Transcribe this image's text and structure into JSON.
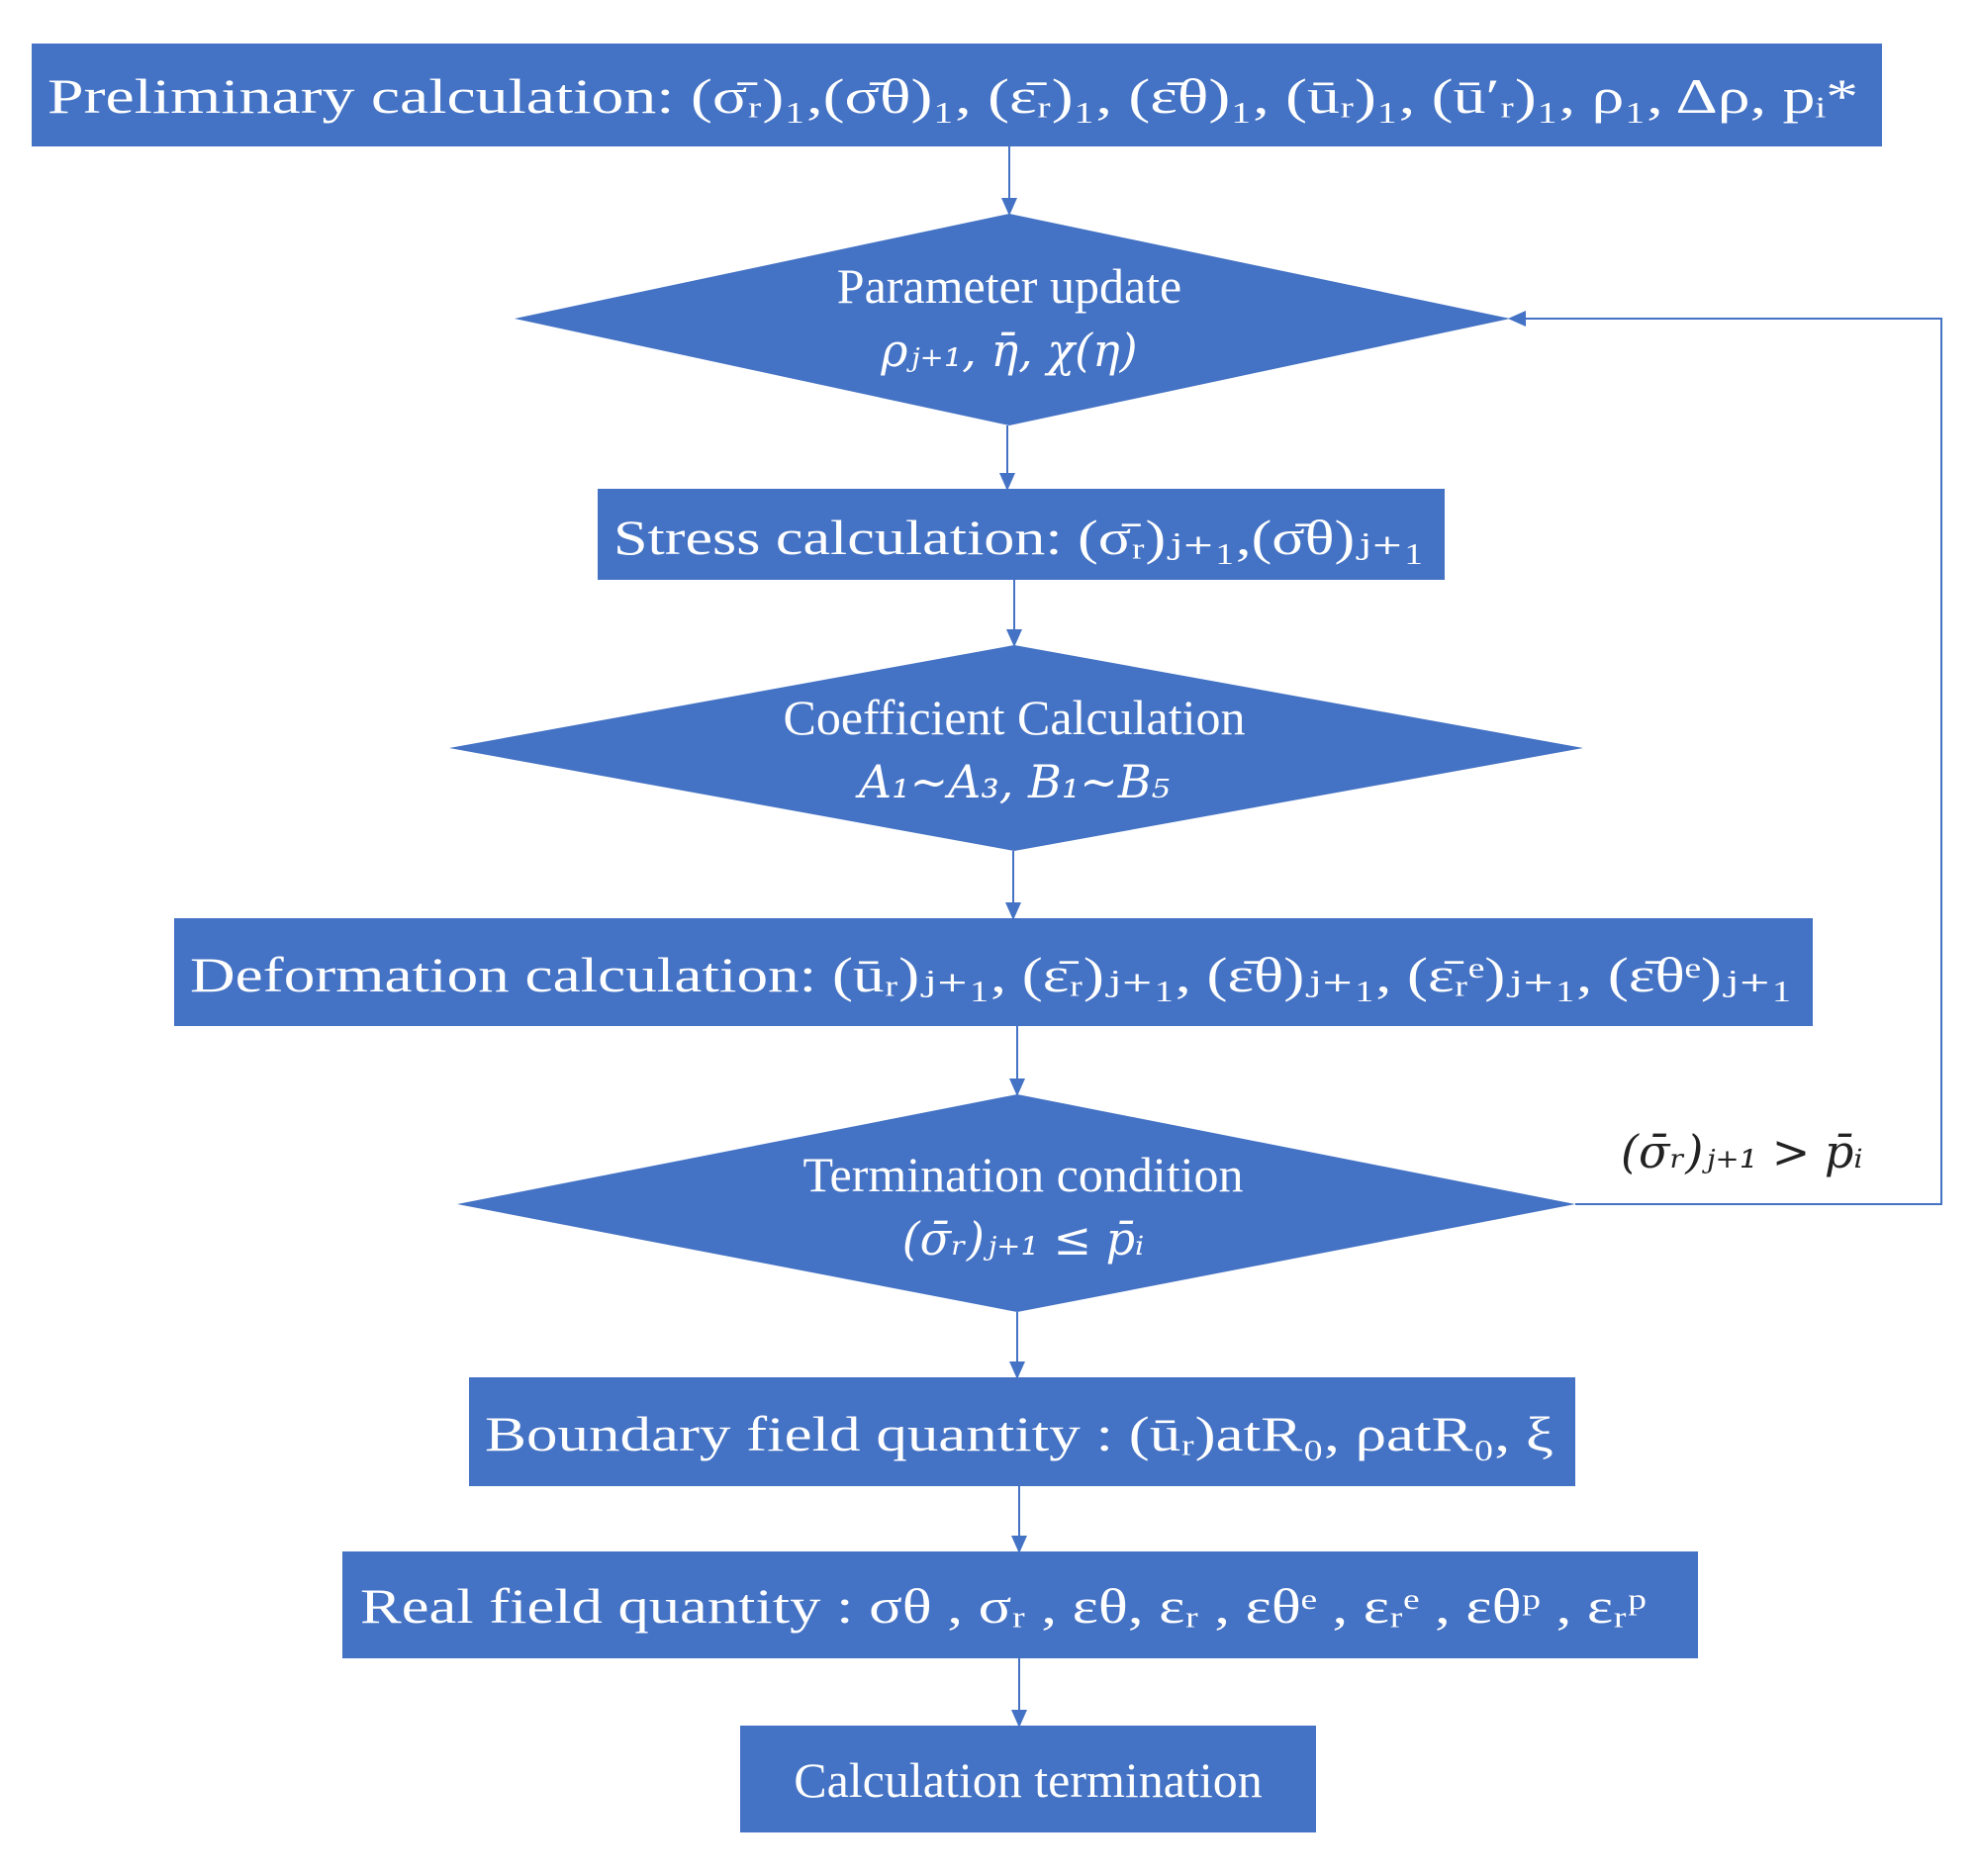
{
  "colors": {
    "node_fill": "#4472C4",
    "node_text": "#FFFFFF",
    "connector": "#4472C4",
    "edge_label": "#222222"
  },
  "nodes": {
    "preliminary": {
      "shape": "rectangle",
      "text": "Preliminary calculation: (σ̄ᵣ)₁,(σ̄θ)₁, (ε̄ᵣ)₁, (ε̄θ)₁, (ūᵣ)₁, (ū′ᵣ)₁,   ρ₁, Δρ,   pᵢ*"
    },
    "parameter_update": {
      "shape": "diamond",
      "title": "Parameter update",
      "math": "ρⱼ₊₁,  η̄,   χ(η)"
    },
    "stress": {
      "shape": "rectangle",
      "text": "Stress calculation: (σ̄ᵣ)ⱼ₊₁,(σ̄θ)ⱼ₊₁"
    },
    "coefficient": {
      "shape": "diamond",
      "title": "Coefficient Calculation",
      "math": "A₁~A₃,  B₁~B₅"
    },
    "deformation": {
      "shape": "rectangle",
      "text": "Deformation calculation: (ūᵣ)ⱼ₊₁, (ε̄ᵣ)ⱼ₊₁,  (ε̄θ)ⱼ₊₁,  (ε̄ᵣᵉ)ⱼ₊₁, (ε̄θᵉ)ⱼ₊₁"
    },
    "termination_condition": {
      "shape": "diamond",
      "title": "Termination condition",
      "math": "(σ̄ᵣ)ⱼ₊₁ ≤ p̄ᵢ"
    },
    "boundary": {
      "shape": "rectangle",
      "text": "Boundary field quantity : (ūᵣ)atR₀,  ρatR₀,   ξ"
    },
    "real_field": {
      "shape": "rectangle",
      "text": "Real field quantity : σθ ,  σᵣ , εθ,  εᵣ , εθᵉ ,  εᵣᵉ , εθᵖ ,  εᵣᵖ"
    },
    "termination": {
      "shape": "rectangle",
      "text": "Calculation termination"
    }
  },
  "edges": [
    {
      "from": "preliminary",
      "to": "parameter_update"
    },
    {
      "from": "parameter_update",
      "to": "stress"
    },
    {
      "from": "stress",
      "to": "coefficient"
    },
    {
      "from": "coefficient",
      "to": "deformation"
    },
    {
      "from": "deformation",
      "to": "termination_condition"
    },
    {
      "from": "termination_condition",
      "to": "boundary"
    },
    {
      "from": "boundary",
      "to": "real_field"
    },
    {
      "from": "real_field",
      "to": "termination"
    },
    {
      "from": "termination_condition",
      "to": "parameter_update",
      "label": "(σ̄ᵣ)ⱼ₊₁ > p̄ᵢ"
    }
  ]
}
